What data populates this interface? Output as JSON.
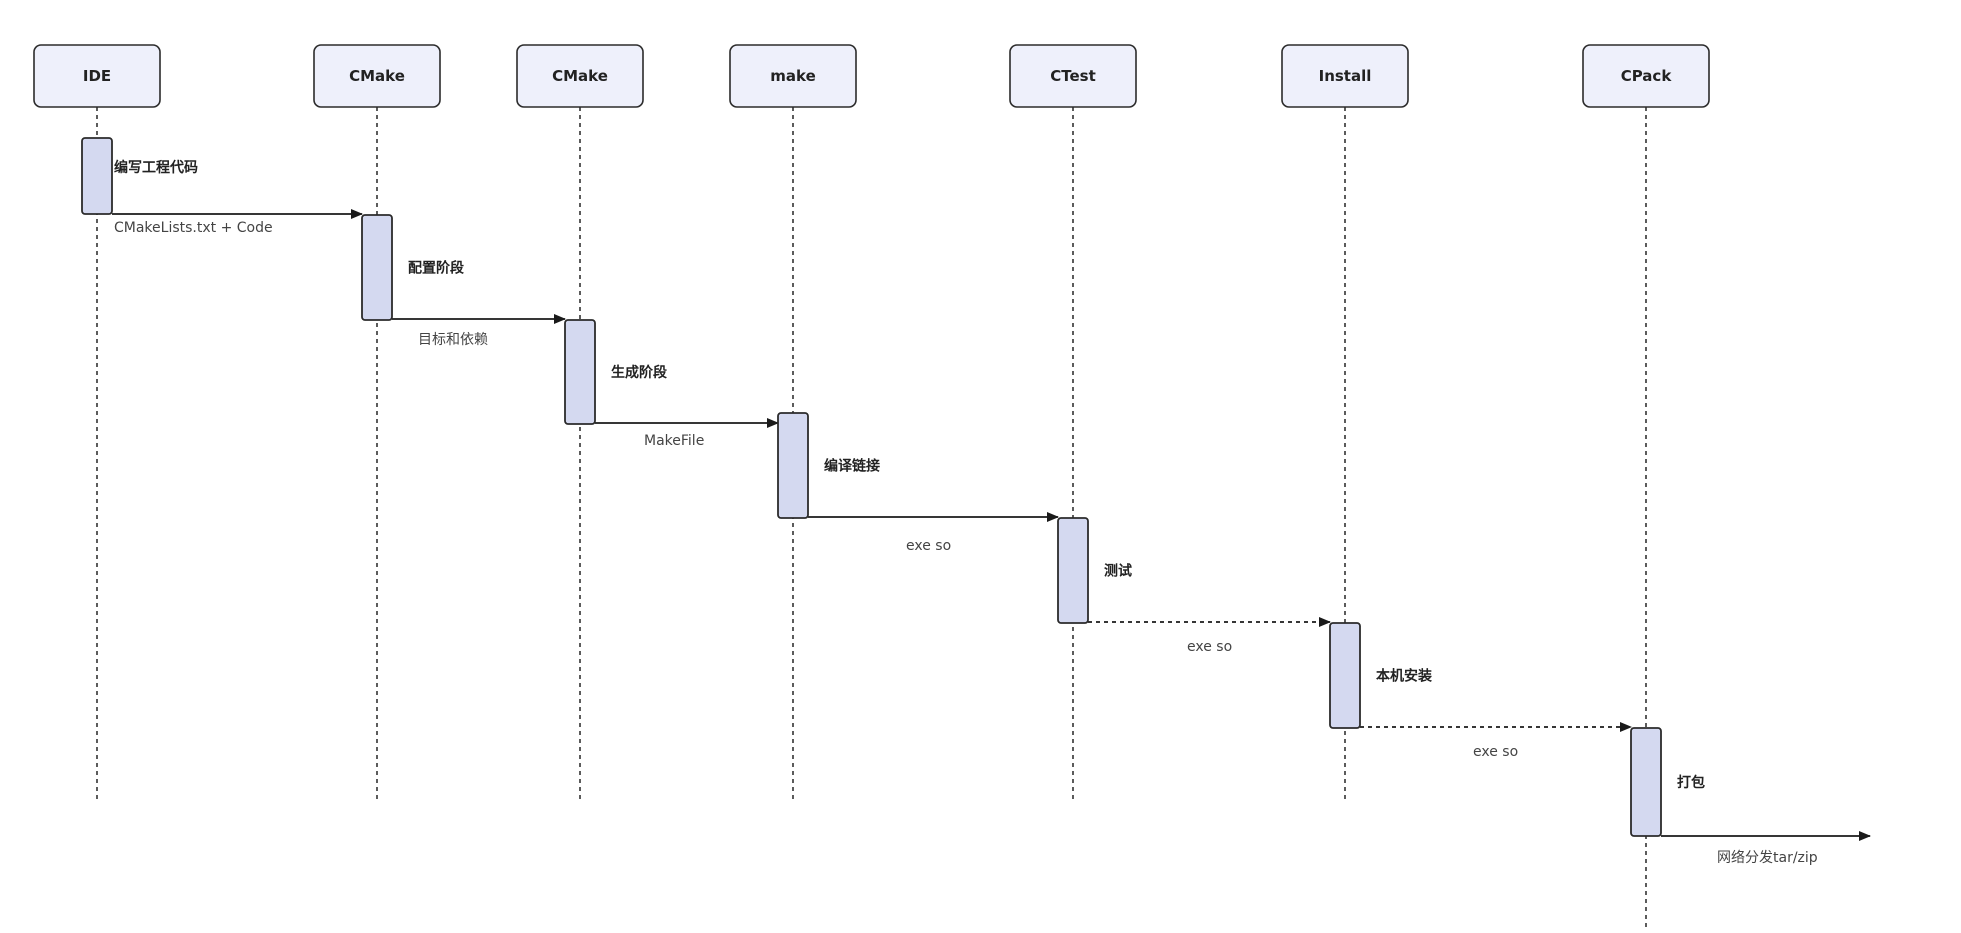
{
  "participants": [
    {
      "id": "ide",
      "label": "IDE"
    },
    {
      "id": "cmake-1",
      "label": "CMake"
    },
    {
      "id": "cmake-2",
      "label": "CMake"
    },
    {
      "id": "make",
      "label": "make"
    },
    {
      "id": "ctest",
      "label": "CTest"
    },
    {
      "id": "install",
      "label": "Install"
    },
    {
      "id": "cpack",
      "label": "CPack"
    }
  ],
  "steps": [
    {
      "participant": 0,
      "label": "编写工程代码"
    },
    {
      "participant": 1,
      "label": "配置阶段"
    },
    {
      "participant": 2,
      "label": "生成阶段"
    },
    {
      "participant": 3,
      "label": "编译链接"
    },
    {
      "participant": 4,
      "label": "测试"
    },
    {
      "participant": 5,
      "label": "本机安装"
    },
    {
      "participant": 6,
      "label": "打包"
    }
  ],
  "messages": [
    {
      "from": 0,
      "to": 1,
      "label": "CMakeLists.txt + Code",
      "style": "solid"
    },
    {
      "from": 1,
      "to": 2,
      "label": "目标和依赖",
      "style": "solid"
    },
    {
      "from": 2,
      "to": 3,
      "label": "MakeFile",
      "style": "solid"
    },
    {
      "from": 3,
      "to": 4,
      "label": "exe so",
      "style": "solid"
    },
    {
      "from": 4,
      "to": 5,
      "label": "exe so",
      "style": "dashed"
    },
    {
      "from": 5,
      "to": 6,
      "label": "exe so",
      "style": "dashed"
    },
    {
      "from": 6,
      "to": "out",
      "label": "网络分发tar/zip",
      "style": "solid"
    }
  ],
  "colors": {
    "participant_fill": "#eef0fb",
    "activation_fill": "#d4d9f0",
    "stroke": "#2b2b2b"
  }
}
